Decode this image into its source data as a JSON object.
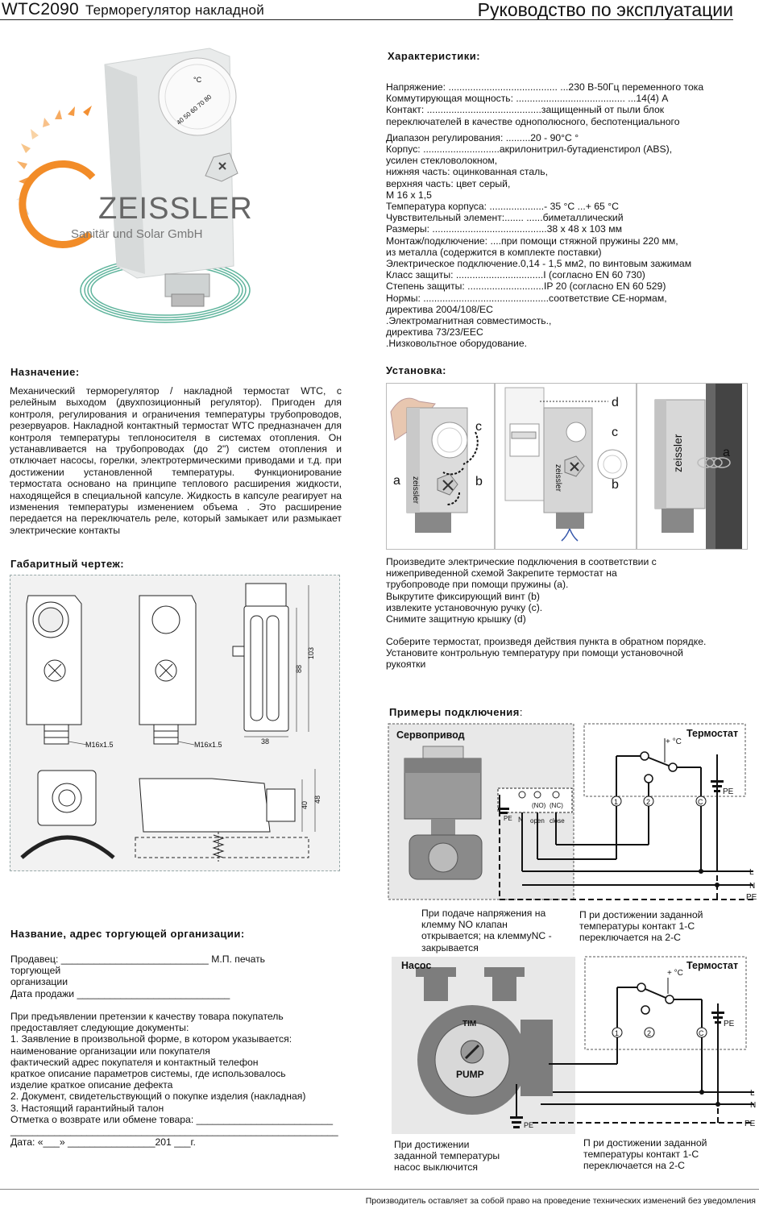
{
  "header": {
    "model": "WTC2090",
    "subtitle": "Терморегулятор накладной",
    "right_title": "Руководство по эксплуатации"
  },
  "brand": {
    "name": "ZEISSLER",
    "sub": "Sanitär und Solar GmbH"
  },
  "product_dial": {
    "unit": "°C",
    "scale": "40 50 60 70 80"
  },
  "specs": {
    "title": "Характеристики:",
    "lines": [
      "Напряжение: ........................................ ...230 В-50Гц переменного тока",
      "Коммутирующая мощность: ........................................ ...14(4) А",
      "Контакт: ..........................................защищенный от пыли блок",
      "переключателей в качестве однополюсного, беспотенциального",
      "",
      "Диапазон регулирования: .........20 - 90°С °",
      "Корпус: ............................акрилонитрил-бутадиенстирол (ABS),",
      "усилен стекловолокном,",
      "нижняя часть: оцинкованная сталь,",
      "верхняя часть: цвет серый,",
      "М 16 х 1,5",
      "Температура корпуса: ....................- 35 °С ...+ 65 °С",
      "Чувствительный элемент:....... ......биметаллический",
      "Размеры: ..........................................38 х 48 х 103 мм",
      "Монтаж/подключение: ....при помощи стяжной пружины 220 мм,",
      "из металла (содержится в комплекте поставки)",
      "Электрическое подключение.0,14 - 1,5 мм2, по винтовым зажимам",
      "Класс защиты: ................................I (согласно EN 60 730)",
      "Степень защиты: ............................IP 20 (согласно EN 60 529)",
      "Нормы: ..............................................соответствие СЕ-нормам,",
      "директива 2004/108/ЕС",
      ".Электромагнитная совместимость.,",
      "директива 73/23/ЕЕС",
      ".Низковольтное оборудование."
    ]
  },
  "purpose": {
    "title": "Назначение:",
    "text": "Механический терморегулятор / накладной термостат WTC, с релейным выходом (двухпозиционный регулятор). Пригоден для контроля, регулирования и ограничения температуры трубопроводов, резервуаров. Накладной контактный термостат WTC предназначен для контроля температуры теплоносителя в системах отопления. Он устанавливается на трубопроводах (до 2\") систем отопления и отключает насосы, горелки, электротермическими приводами и т.д. при достижении установленной температуры. Функционирование термостата основано на принципе теплового расширения жидкости, находящейся в специальной капсуле. Жидкость в капсуле реагирует на изменения температуры изменением объема . Это расширение передается на переключатель реле, который замыкает или размыкает электрические контакты"
  },
  "installation": {
    "title": "Установка:",
    "labels": {
      "a": "a",
      "b": "b",
      "c": "c",
      "d": "d"
    },
    "brand_on_device": "zeissler",
    "paragraph1": [
      "Произведите электрические подключения в соответствии с",
      "нижеприведенной схемой Закрепите термостат на",
      "трубопроводе при помощи пружины (a).",
      "Выкрутите фиксирующий винт (b)",
      "извлеките установочную ручку (c).",
      "Снимите защитную крышку (d)"
    ],
    "paragraph2": [
      "Соберите термостат, произведя действия пункта в обратном порядке.",
      "Установите контрольную температуру при помощи установочной",
      "рукоятки"
    ]
  },
  "dimensions": {
    "title": "Габаритный чертеж:",
    "thread1": "M16x1.5",
    "thread2": "M16x1.5",
    "dim_103": "103",
    "dim_88": "88",
    "dim_38": "38",
    "dim_40": "40",
    "dim_48": "48"
  },
  "examples": {
    "title": "Примеры подключения",
    "colon": ":",
    "servo": {
      "title": "Сервопривод",
      "thermostat_label": "Термостат",
      "temp_label": "+ °C",
      "pe": "PE",
      "term_n": "N",
      "term_no": "(NO)",
      "term_nc": "(NC)",
      "term_open": "open",
      "term_close": "close",
      "line_l": "L",
      "line_n": "N",
      "line_pe": "PE",
      "c1": "1",
      "c2": "2",
      "cc": "C",
      "caption_left": [
        "При подаче напряжения на",
        "клемму NO клапан",
        "открывается; на клеммуNC -",
        "закрывается"
      ],
      "caption_right": [
        "П ри достижении заданной",
        "температуры контакт 1-С",
        "переключается на 2-С"
      ]
    },
    "pump": {
      "title": "Насос",
      "thermostat_label": "Термостат",
      "temp_label": "+ °C",
      "pe": "PE",
      "pump_brand": "TIM",
      "pump_word": "PUMP",
      "line_l": "L",
      "line_n": "N",
      "line_pe": "PE",
      "pe_small": "PE",
      "c1": "1",
      "c2": "2",
      "cc": "C",
      "caption_left": [
        "При достижении",
        "заданной температуры",
        "насос выключится"
      ],
      "caption_right": [
        "П ри достижении заданной",
        "температуры контакт 1-С",
        "переключается на 2-С"
      ]
    }
  },
  "seller": {
    "title": "Название, адрес торгующей организации:",
    "lines": [
      "Продавец: ___________________________ М.П. печать",
      "торгующей",
      "организации",
      "Дата продажи ____________________________"
    ],
    "claims": [
      "При предъявлении претензии к качеству товара покупатель",
      "предоставляет следующие документы:",
      "1. Заявление в произвольной форме, в котором указывается:",
      " наименование организации или покупателя",
      " фактический адрес покупателя и контактный телефон",
      " краткое описание параметров системы, где использовалось",
      "изделие краткое описание дефекта",
      "2. Документ, свидетельствующий о покупке изделия (накладная)",
      "3. Настоящий гарантийный талон",
      "Отметка о возврате или обмене товара: _________________________",
      "____________________________________________________________",
      "Дата: «___» ________________201 ___г."
    ]
  },
  "footer": "Производитель оставляет за собой право на проведение технических изменений без  уведомления"
}
